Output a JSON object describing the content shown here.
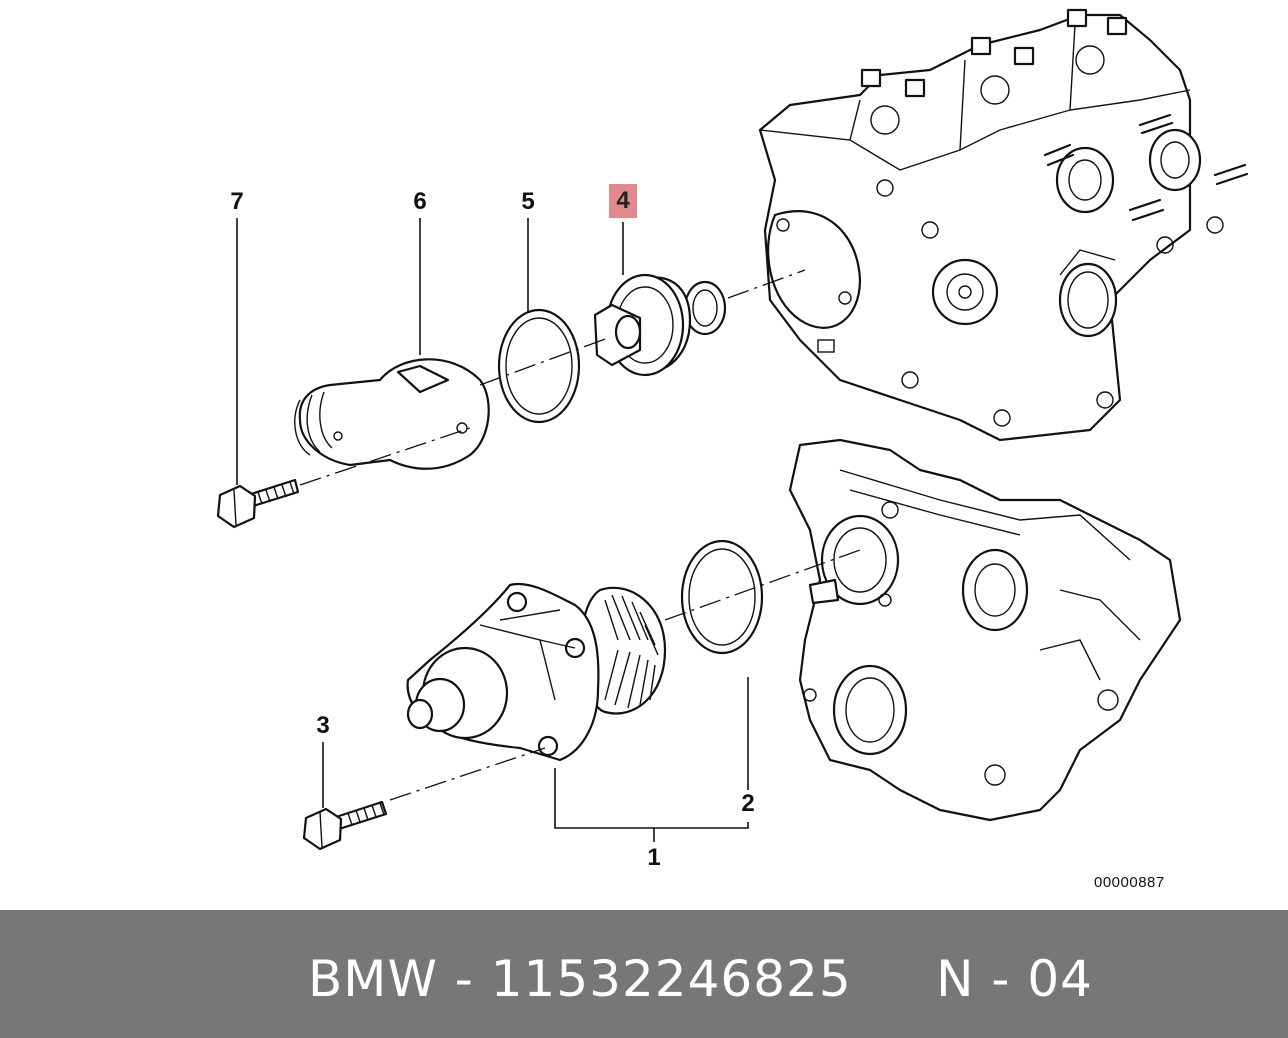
{
  "callouts": {
    "c1": "1",
    "c2": "2",
    "c3": "3",
    "c4": "4",
    "c5": "5",
    "c6": "6",
    "c7": "7"
  },
  "highlighted_callout": "4",
  "drawing_number": "00000887",
  "footer": {
    "text": "BMW - 11532246825     N - 04"
  },
  "colors": {
    "highlight": "#e3898e",
    "footer_bg": "#777777",
    "footer_text": "#ffffff"
  }
}
